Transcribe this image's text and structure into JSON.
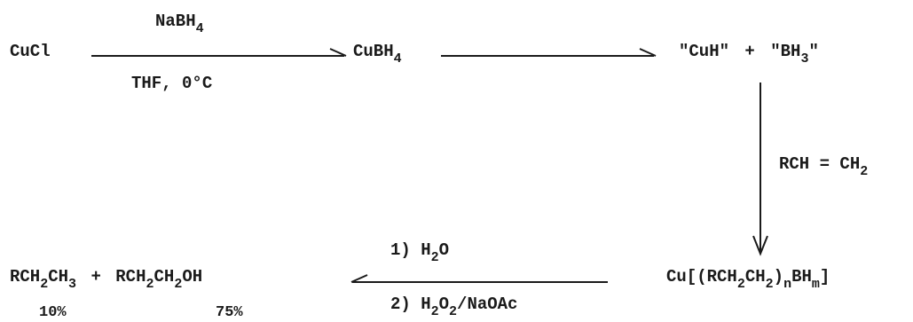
{
  "scheme": {
    "cucl": "CuCl",
    "step1_reagent": "NaBH",
    "step1_reagent_sub": "4",
    "step1_conditions": "THF, 0°C",
    "cubh4": "CuBH",
    "cubh4_sub": "4",
    "cuh": "\"CuH\"",
    "plus": "+",
    "bh3_open": "\"BH",
    "bh3_sub": "3",
    "bh3_close": "\"",
    "step3_reagent_pre": "RCH = CH",
    "step3_reagent_sub": "2",
    "complex_pre": "Cu[(RCH",
    "complex_sub1": "2",
    "complex_mid1": "CH",
    "complex_sub2": "2",
    "complex_mid2": ")",
    "complex_sub3": "n",
    "complex_mid3": "BH",
    "complex_sub4": "m",
    "complex_close": "]",
    "step4_line1_pre": "1) H",
    "step4_line1_sub": "2",
    "step4_line1_post": "O",
    "step4_line2_pre": "2) H",
    "step4_line2_sub1": "2",
    "step4_line2_mid": "O",
    "step4_line2_sub2": "2",
    "step4_line2_post": "/NaOAc",
    "product1_pre": "RCH",
    "product1_sub1": "2",
    "product1_mid": "CH",
    "product1_sub2": "3",
    "product_plus": "+",
    "product2_pre": "RCH",
    "product2_sub1": "2",
    "product2_mid": "CH",
    "product2_sub2": "2",
    "product2_post": "OH",
    "yield1": "10%",
    "yield2": "75%"
  }
}
